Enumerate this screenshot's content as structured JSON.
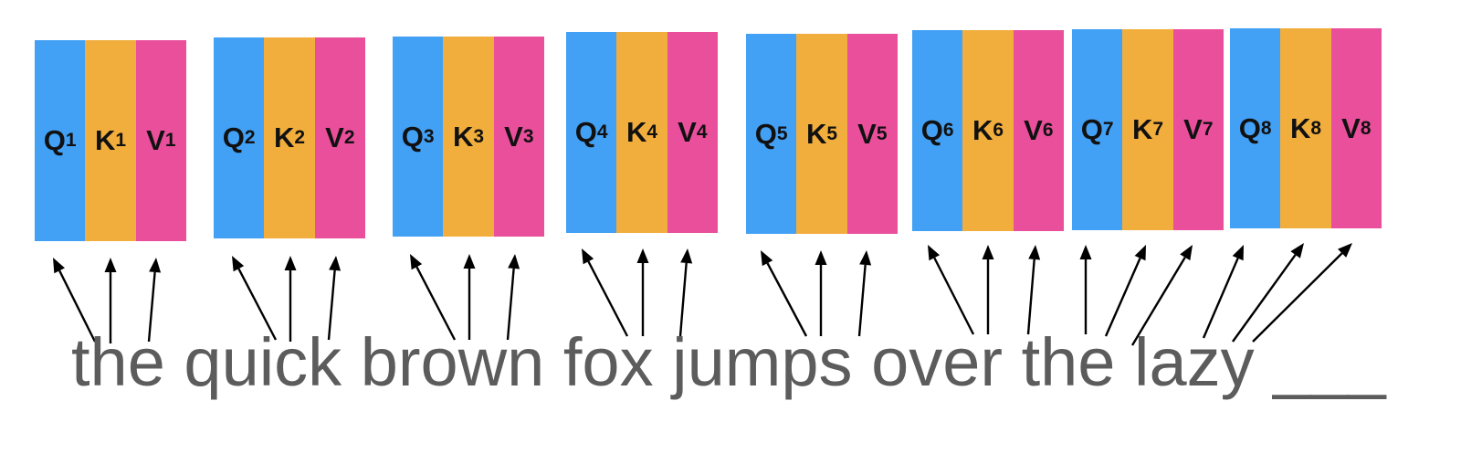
{
  "colors": {
    "q": "#42a0f5",
    "k": "#f2ae3c",
    "v": "#ea4f9c",
    "text": "#5c5c5c",
    "arrow": "#000000"
  },
  "tokens": [
    {
      "q": "Q",
      "k": "K",
      "v": "V",
      "i": "1"
    },
    {
      "q": "Q",
      "k": "K",
      "v": "V",
      "i": "2"
    },
    {
      "q": "Q",
      "k": "K",
      "v": "V",
      "i": "3"
    },
    {
      "q": "Q",
      "k": "K",
      "v": "V",
      "i": "4"
    },
    {
      "q": "Q",
      "k": "K",
      "v": "V",
      "i": "5"
    },
    {
      "q": "Q",
      "k": "K",
      "v": "V",
      "i": "6"
    },
    {
      "q": "Q",
      "k": "K",
      "v": "V",
      "i": "7"
    },
    {
      "q": "Q",
      "k": "K",
      "v": "V",
      "i": "8"
    }
  ],
  "sentence": "the quick brown fox jumps over the lazy ___"
}
